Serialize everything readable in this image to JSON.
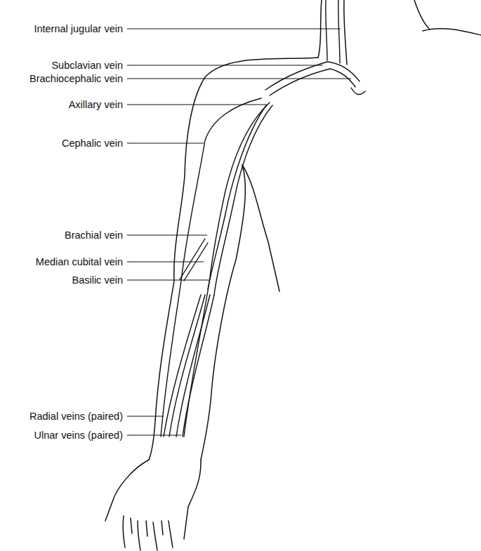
{
  "diagram": {
    "labels": [
      "Internal jugular vein",
      "Subclavian vein",
      "Brachiocephalic vein",
      "Axillary vein",
      "Cephalic vein",
      "Brachial vein",
      "Median cubital vein",
      "Basilic vein",
      "Radial veins (paired)",
      "Ulnar veins (paired)"
    ]
  }
}
